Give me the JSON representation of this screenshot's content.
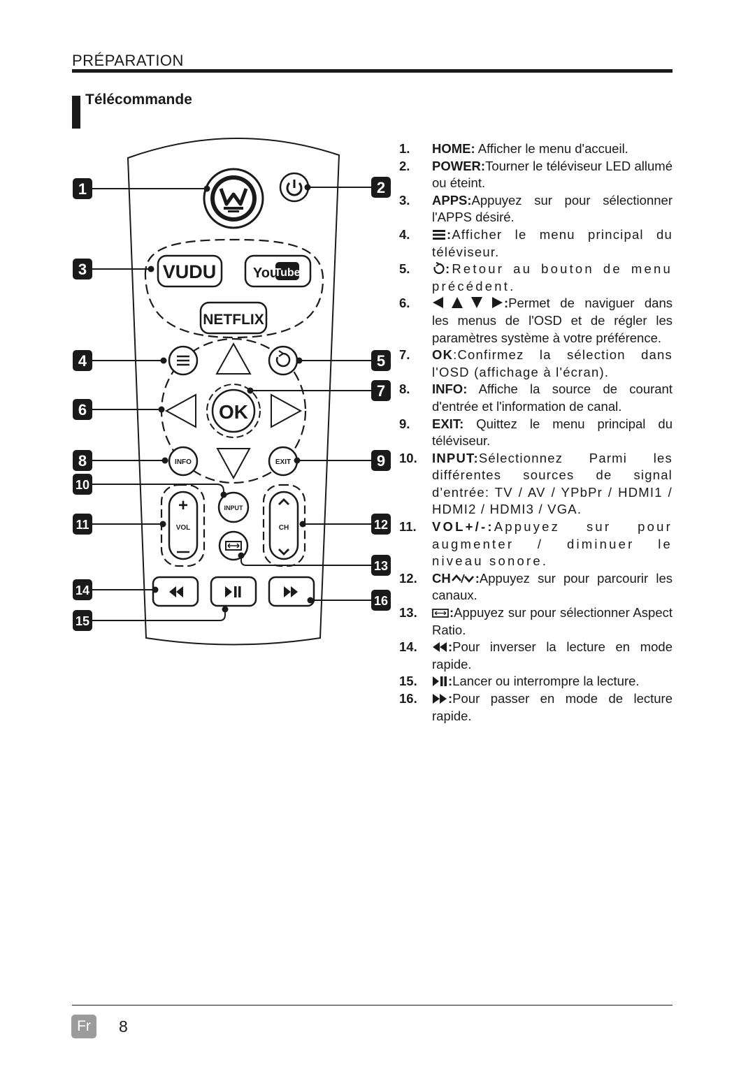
{
  "header": {
    "section": "PRÉPARATION",
    "subtitle": "Télécommande"
  },
  "remote": {
    "callouts": [
      "1",
      "2",
      "3",
      "4",
      "5",
      "6",
      "7",
      "8",
      "9",
      "10",
      "11",
      "12",
      "13",
      "14",
      "15",
      "16"
    ],
    "buttons": {
      "vudu": "VUDU",
      "youtube_you": "You",
      "youtube_tube": "Tube",
      "netflix": "NETFLIX",
      "ok": "OK",
      "info": "INFO",
      "exit": "EXIT",
      "input": "INPUT",
      "vol": "VOL",
      "ch": "CH",
      "plus": "+",
      "minus": "–"
    }
  },
  "legend": [
    {
      "num": "1.",
      "term": "HOME:",
      "text": " Afficher le menu d'accueil."
    },
    {
      "num": "2.",
      "term": "POWER:",
      "text": "Tourner le téléviseur LED allumé ou éteint."
    },
    {
      "num": "3.",
      "term": "APPS:",
      "text": "Appuyez sur pour sélectionner l'APPS désiré."
    },
    {
      "num": "4.",
      "icon": "menu-icon",
      "term": ":",
      "text": "Afficher le menu principal du téléviseur."
    },
    {
      "num": "5.",
      "icon": "return-icon",
      "term": ":",
      "text": "Retour au bouton de menu précédent."
    },
    {
      "num": "6.",
      "icon": "arrows-icon",
      "term": ":",
      "text": "Permet de naviguer dans les menus de l'OSD et de régler les paramètres système à votre préférence."
    },
    {
      "num": "7.",
      "term": "OK",
      "text": ":Confirmez la sélection dans l'OSD (affichage à l'écran)."
    },
    {
      "num": "8.",
      "term": "INFO:",
      "text": " Affiche la source de courant d'entrée et l'information de canal."
    },
    {
      "num": "9.",
      "term": "EXIT:",
      "text": " Quittez le menu principal du téléviseur."
    },
    {
      "num": "10.",
      "term": "INPUT:",
      "text": "Sélectionnez Parmi les différentes sources de signal d'entrée: TV / AV / YPbPr / HDMI1 / HDMI2 / HDMI3 / VGA."
    },
    {
      "num": "11.",
      "term": "VOL+/-:",
      "text": "Appuyez sur pour augmenter / diminuer le niveau sonore."
    },
    {
      "num": "12.",
      "term": "CH",
      "icon": "ch-updown-icon",
      "term2": ":",
      "text": "Appuyez sur pour parcourir les canaux."
    },
    {
      "num": "13.",
      "icon": "aspect-icon",
      "term": ":",
      "text": "Appuyez sur pour sélectionner Aspect Ratio."
    },
    {
      "num": "14.",
      "icon": "rewind-icon",
      "term": ":",
      "text": "Pour inverser la lecture en mode rapide."
    },
    {
      "num": "15.",
      "icon": "play-pause-icon",
      "term": ":",
      "text": "Lancer ou interrompre la lecture."
    },
    {
      "num": "16.",
      "icon": "fast-forward-icon",
      "term": ":",
      "text": "Pour passer en mode de lecture rapide."
    }
  ],
  "footer": {
    "lang": "Fr",
    "page": "8"
  }
}
